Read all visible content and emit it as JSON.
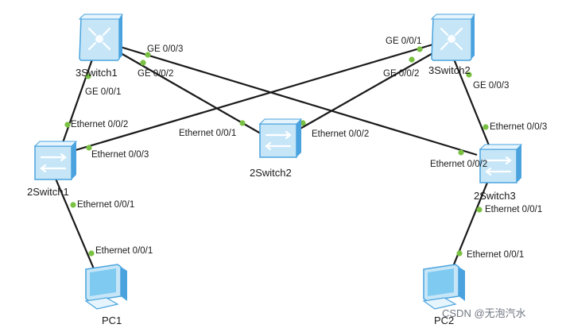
{
  "devices": {
    "sw3_1": {
      "label": "3Switch1",
      "icon": "l3-switch-icon"
    },
    "sw3_2": {
      "label": "3Switch2",
      "icon": "l3-switch-icon"
    },
    "sw2_1": {
      "label": "2Switch1",
      "icon": "l2-switch-icon"
    },
    "sw2_2": {
      "label": "2Switch2",
      "icon": "l2-switch-icon"
    },
    "sw2_3": {
      "label": "2Switch3",
      "icon": "l2-switch-icon"
    },
    "pc1": {
      "label": "PC1",
      "icon": "pc-icon"
    },
    "pc2": {
      "label": "PC2",
      "icon": "pc-icon"
    }
  },
  "ports": {
    "sw3_1_ge001": "GE 0/0/1",
    "sw3_1_ge002": "GE 0/0/2",
    "sw3_1_ge003": "GE 0/0/3",
    "sw3_2_ge001": "GE 0/0/1",
    "sw3_2_ge002": "GE 0/0/2",
    "sw3_2_ge003": "GE 0/0/3",
    "sw2_1_e002": "Ethernet 0/0/2",
    "sw2_1_e003": "Ethernet 0/0/3",
    "sw2_1_e001": "Ethernet 0/0/1",
    "sw2_2_e001": "Ethernet 0/0/1",
    "sw2_2_e002": "Ethernet 0/0/2",
    "sw2_3_e003": "Ethernet 0/0/3",
    "sw2_3_e002": "Ethernet 0/0/2",
    "sw2_3_e001": "Ethernet 0/0/1",
    "pc1_e001": "Ethernet 0/0/1",
    "pc2_e001": "Ethernet 0/0/1"
  },
  "watermark": "CSDN @无泡汽水",
  "colors": {
    "link": "#1a1a1a",
    "port_dot": "#7ac143",
    "device_light": "#d7f1ff",
    "device_mid": "#7fcaf0",
    "device_dark": "#2e8fd0"
  }
}
